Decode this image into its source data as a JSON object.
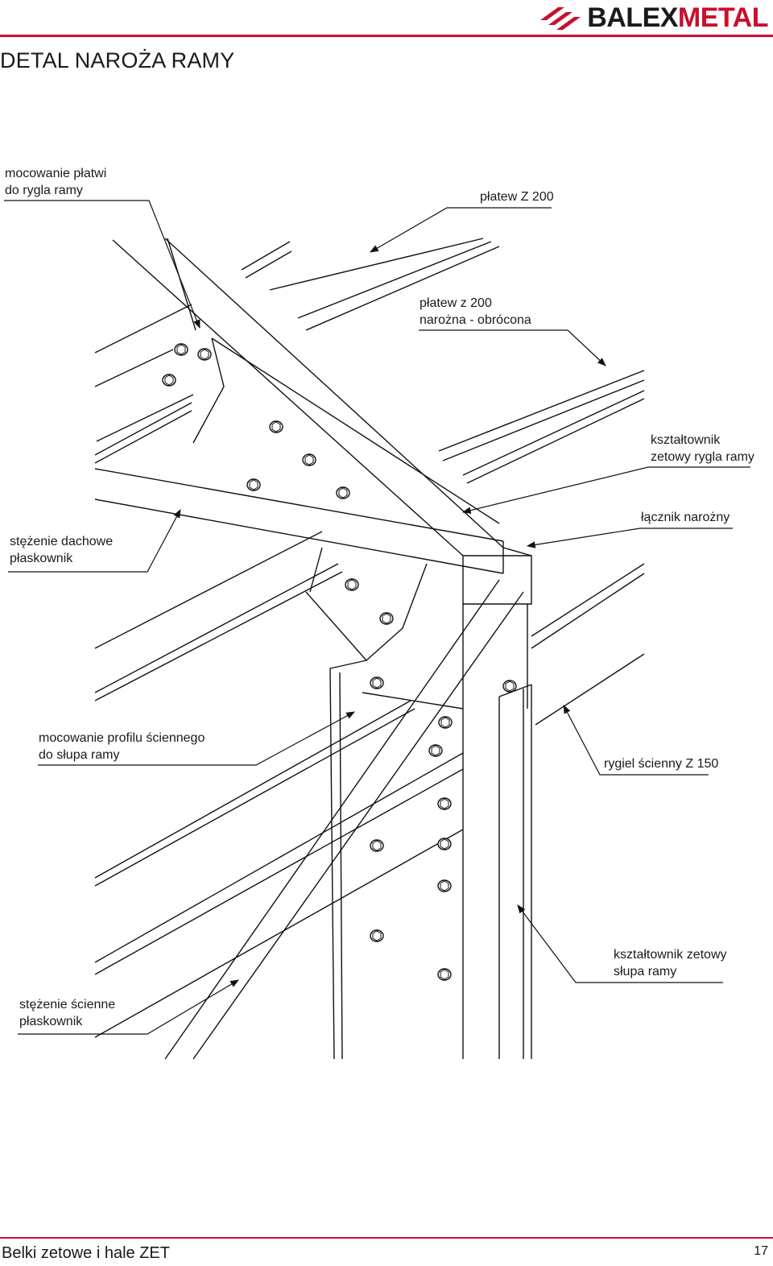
{
  "header": {
    "brand_left": "BALEX",
    "brand_right": "METAL",
    "title": "DETAL NAROŻA RAMY",
    "accent_color": "#c8102e"
  },
  "callouts": {
    "purlin_rafter_fixing": [
      "mocowanie płatwi",
      "do rygla ramy"
    ],
    "purlin_z200": [
      "płatew Z 200"
    ],
    "corner_purlin": [
      "płatew z 200",
      "narożna - obrócona"
    ],
    "rafter_section": [
      "kształtownik",
      "zetowy rygla ramy"
    ],
    "roof_bracing": [
      "stężenie dachowe",
      "płaskownik"
    ],
    "corner_connector": [
      "łącznik narożny"
    ],
    "wall_profile_fixing": [
      "mocowanie profilu ściennego",
      "do słupa ramy"
    ],
    "wall_rail": [
      "rygiel ścienny Z 150"
    ],
    "column_section": [
      "kształtownik zetowy",
      "słupa ramy"
    ],
    "wall_bracing": [
      "stężenie ścienne",
      "płaskownik"
    ]
  },
  "footer": {
    "title": "Belki zetowe i hale ZET",
    "page_number": "17"
  },
  "icons": [
    "logo-mark-icon",
    "leader-arrow-icon",
    "bolt-icon"
  ]
}
